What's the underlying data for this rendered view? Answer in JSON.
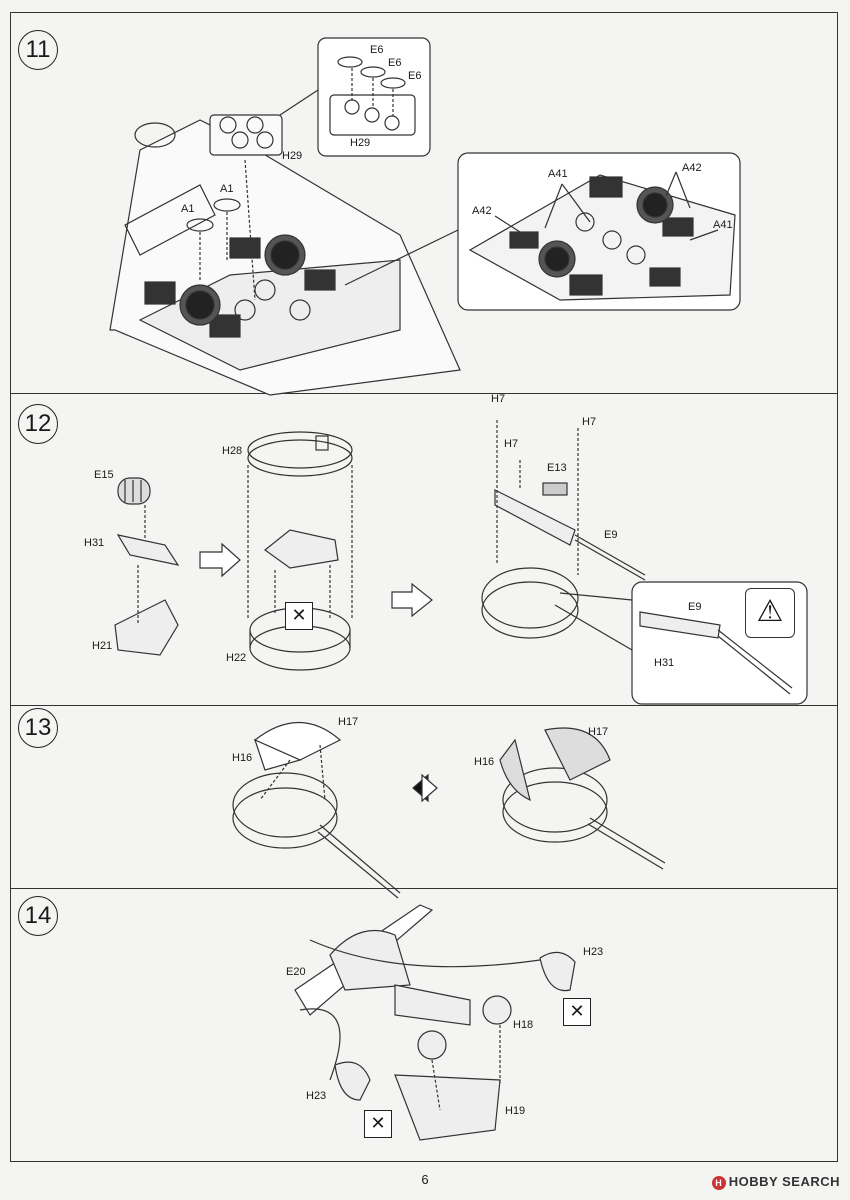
{
  "steps": [
    {
      "number": "11",
      "labels": {
        "h29_main": "H29",
        "a1_left": "A1",
        "a1_right": "A1",
        "e6_1": "E6",
        "e6_2": "E6",
        "e6_3": "E6",
        "h29_inset": "H29",
        "a41_top": "A41",
        "a42_top": "A42",
        "a42_left": "A42",
        "a41_right": "A41"
      }
    },
    {
      "number": "12",
      "labels": {
        "e15": "E15",
        "h31": "H31",
        "h21": "H21",
        "h28": "H28",
        "h22": "H22",
        "h7_a": "H7",
        "h7_b": "H7",
        "h7_c": "H7",
        "e13": "E13",
        "e9": "E9",
        "e9_inset": "E9",
        "h31_inset": "H31"
      }
    },
    {
      "number": "13",
      "labels": {
        "h17_left": "H17",
        "h16_left": "H16",
        "h17_right": "H17",
        "h16_right": "H16"
      }
    },
    {
      "number": "14",
      "labels": {
        "e20": "E20",
        "h23_right": "H23",
        "h18": "H18",
        "h23_left": "H23",
        "h19": "H19"
      }
    }
  ],
  "icons": {
    "warning": "warning-triangle-icon",
    "no_glue": "no-glue-icon",
    "reversible": "reversible-arrow-icon",
    "next": "next-arrow-icon"
  },
  "page_number": "6",
  "brand": {
    "text": "HOBBY SEARCH",
    "mark": "H"
  }
}
